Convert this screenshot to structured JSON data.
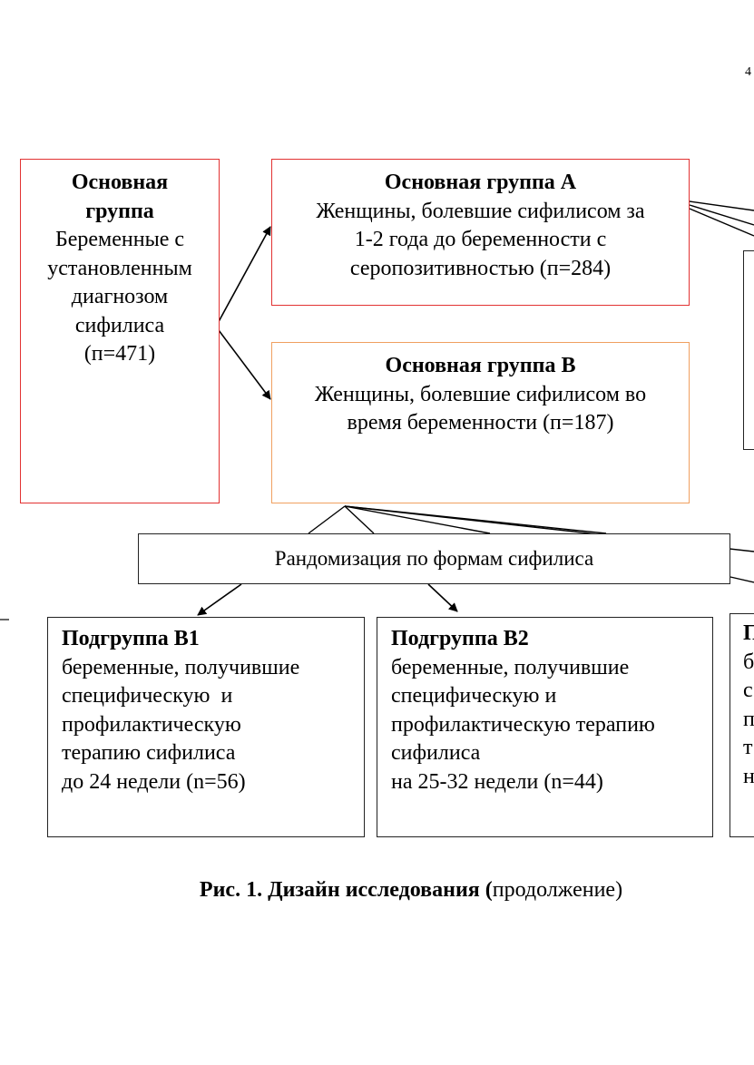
{
  "page_number": "4",
  "main_group": {
    "title": "Основная группа",
    "desc_lines": [
      "Беременные с",
      "установленным",
      "диагнозом",
      "сифилиса",
      "(п=471)"
    ]
  },
  "group_a": {
    "title": "Основная группа А",
    "desc_lines": [
      "Женщины, болевшие сифилисом за",
      "1-2 года до беременности с",
      "серопозитивностью (п=284)"
    ]
  },
  "group_b": {
    "title": "Основная группа В",
    "desc_lines": [
      "Женщины, болевшие сифилисом во",
      "время беременности (п=187)"
    ]
  },
  "randomization": {
    "label": "Рандомизация по формам сифилиса"
  },
  "subgroup_b1": {
    "title": "Подгруппа В1",
    "desc_lines": [
      "беременные, получившие",
      "специфическую  и",
      "профилактическую",
      "терапию сифилиса",
      "до 24 недели (n=56)"
    ]
  },
  "subgroup_b2": {
    "title": "Подгруппа В2",
    "desc_lines": [
      "беременные, получившие",
      "специфическую и",
      "профилактическую терапию",
      "сифилиса",
      "на 25-32 недели (n=44)"
    ]
  },
  "subgroup_b3_partial": {
    "title_frag": "П",
    "desc_frags": [
      "б",
      "с",
      "п",
      "т",
      "н"
    ]
  },
  "caption": {
    "bold": "Рис. 1. Дизайн исследования (",
    "normal": "продолжение)"
  }
}
